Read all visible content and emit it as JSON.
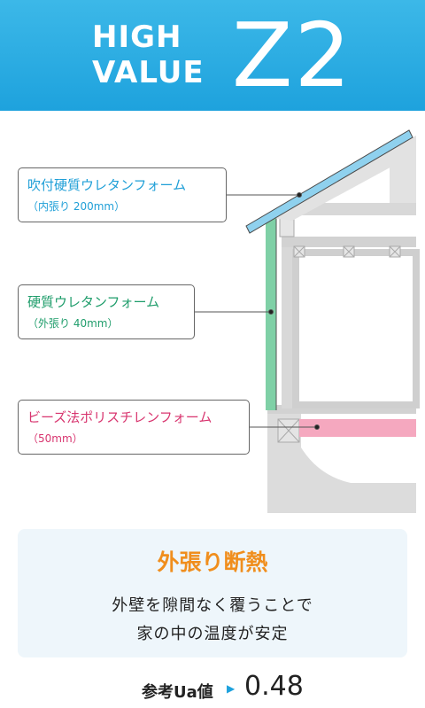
{
  "header": {
    "line1": "HIGH",
    "line2": "VALUE",
    "model": "Z2"
  },
  "labels": [
    {
      "main": "吹付硬質ウレタンフォーム",
      "sub": "（内張り 200mm）",
      "color": "#1f9fd7"
    },
    {
      "main": "硬質ウレタンフォーム",
      "sub": "（外張り 40mm）",
      "color": "#1f9d6b"
    },
    {
      "main": "ビーズ法ポリスチレンフォーム",
      "sub": "（50mm）",
      "color": "#d8356f"
    }
  ],
  "panel": {
    "title": "外張り断熱",
    "desc_line1": "外壁を隙間なく覆うことで",
    "desc_line2": "家の中の温度が安定"
  },
  "ua": {
    "label": "参考Ua値",
    "arrow_icon": "triangle-right-icon",
    "value": "0.48"
  },
  "colors": {
    "header": "#1ea2dd",
    "roof_insulation": "#8fd1ee",
    "wall_insulation": "#7fd0a6",
    "floor_insulation": "#f5a8bf",
    "structure": "#d6d6d6",
    "title": "#f08e1d"
  }
}
